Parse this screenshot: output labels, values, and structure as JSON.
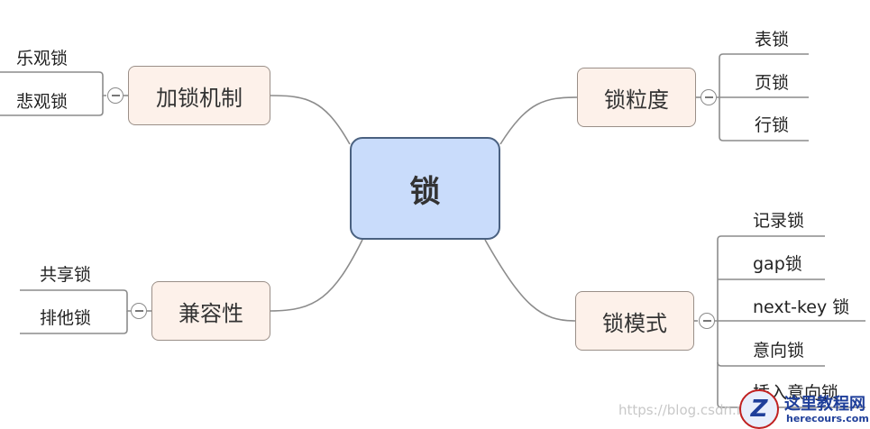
{
  "root": {
    "label": "锁"
  },
  "branches": {
    "locking_mechanism": {
      "label": "加锁机制",
      "leaves": [
        "乐观锁",
        "悲观锁"
      ]
    },
    "compatibility": {
      "label": "兼容性",
      "leaves": [
        "共享锁",
        "排他锁"
      ]
    },
    "granularity": {
      "label": "锁粒度",
      "leaves": [
        "表锁",
        "页锁",
        "行锁"
      ]
    },
    "mode": {
      "label": "锁模式",
      "leaves": [
        "记录锁",
        "gap锁",
        "next-key 锁",
        "意向锁",
        "插入意向锁"
      ]
    }
  },
  "watermarks": {
    "csdn": "https://blog.csdn.n",
    "site_name": "这里教程网",
    "site_domain": "herecours.com",
    "logo_letter": "Z"
  }
}
